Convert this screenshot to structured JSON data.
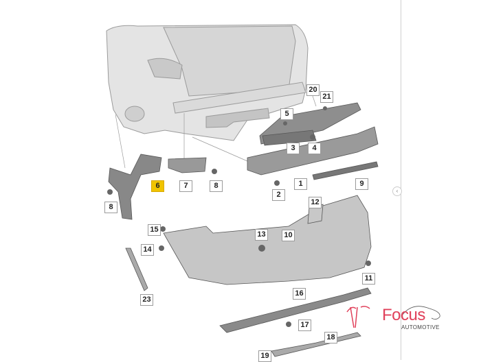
{
  "diagram": {
    "labels": [
      "1",
      "2",
      "3",
      "4",
      "5",
      "6",
      "7",
      "8",
      "8",
      "9",
      "10",
      "11",
      "12",
      "13",
      "14",
      "15",
      "16",
      "17",
      "18",
      "19",
      "20",
      "21",
      "23"
    ],
    "highlighted_label": "6",
    "highlight_color": "#f0c400"
  },
  "logo": {
    "name": "Focus",
    "subtitle": "AUTOMOTIVE",
    "color": "#e0405a"
  },
  "panel_handle": {
    "icon": "chevron-left-icon",
    "glyph": "‹"
  }
}
